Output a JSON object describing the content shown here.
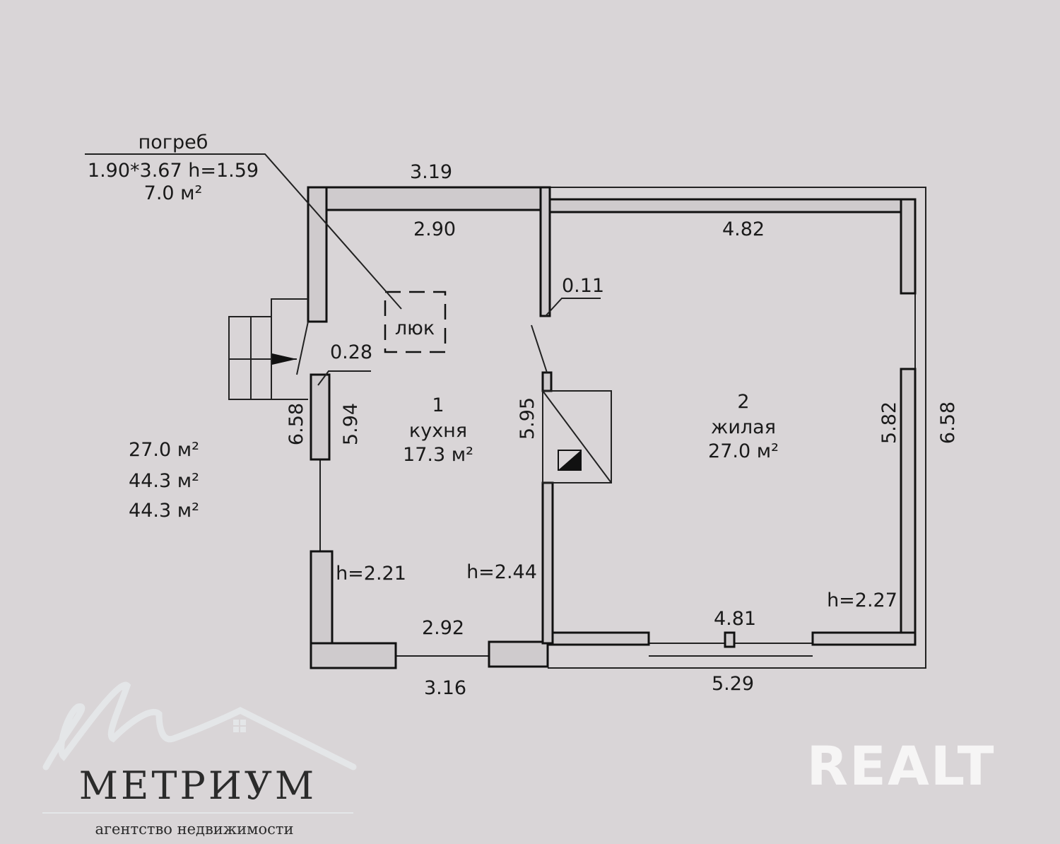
{
  "cellar": {
    "title": "погреб",
    "size": "1.90*3.67 h=1.59",
    "area": "7.0 м²"
  },
  "hatch_label": "люк",
  "rooms": [
    {
      "number": "1",
      "name": "кухня",
      "area": "17.3 м²",
      "height": "h=2.44"
    },
    {
      "number": "2",
      "name": "жилая",
      "area": "27.0 м²",
      "height": "h=2.27"
    }
  ],
  "dimensions": {
    "top_outer": "3.19",
    "top_inner_kitchen": "2.90",
    "top_inner_living": "4.82",
    "partition_thickness": "0.11",
    "wall_thickness": "0.28",
    "left_outer": "6.58",
    "left_inner": "5.94",
    "partition_length": "5.95",
    "right_inner": "5.82",
    "right_outer": "6.58",
    "bottom_inner_kitchen": "2.92",
    "bottom_outer_kitchen": "3.16",
    "bottom_inner_living": "4.81",
    "bottom_outer_living": "5.29",
    "veranda_height": "h=2.21"
  },
  "totals": [
    "27.0 м²",
    "44.3 м²",
    "44.3 м²"
  ],
  "branding": {
    "agency": "МЕТРИУМ",
    "agency_subtitle": "агентство недвижимости",
    "watermark": "REALT"
  }
}
